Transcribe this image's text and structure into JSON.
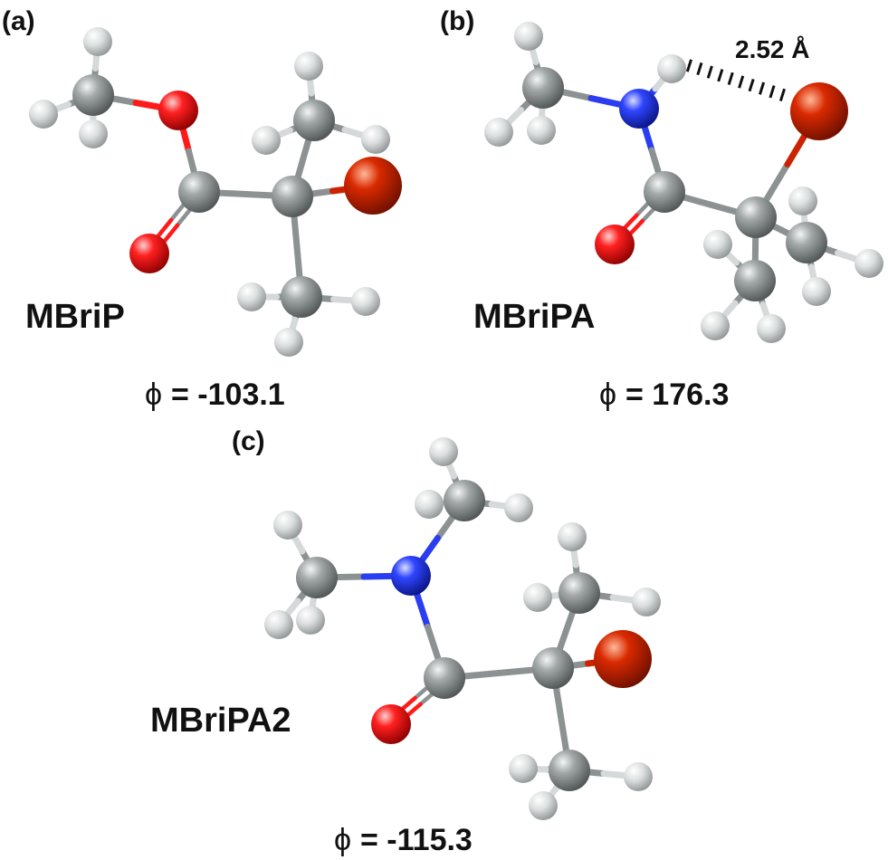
{
  "panels": {
    "a": {
      "letter": "(a)",
      "molecule": "MBriP",
      "phi_symbol": "ϕ",
      "phi_text": "= -103.1"
    },
    "b": {
      "letter": "(b)",
      "molecule": "MBriPA",
      "phi_symbol": "ϕ",
      "phi_text": "= 176.3",
      "hbond_distance": "2.52 Å"
    },
    "c": {
      "letter": "(c)",
      "molecule": "MBriPA2",
      "phi_symbol": "ϕ",
      "phi_text": "= -115.3"
    }
  },
  "colors": {
    "carbon": "#8c9191",
    "hydrogen": "#d6d9d9",
    "oxygen": "#ff1a1a",
    "nitrogen": "#2a3df2",
    "bromine": "#cc2200",
    "text": "#111111"
  }
}
